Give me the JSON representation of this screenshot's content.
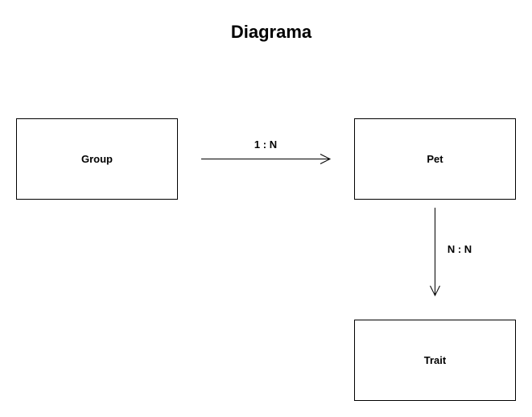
{
  "diagram": {
    "title": "Diagrama",
    "entities": {
      "group": "Group",
      "pet": "Pet",
      "trait": "Trait"
    },
    "relationships": {
      "group_pet": "1 : N",
      "pet_trait": "N : N"
    },
    "colors": {
      "stroke": "#000000",
      "background": "#ffffff"
    }
  }
}
